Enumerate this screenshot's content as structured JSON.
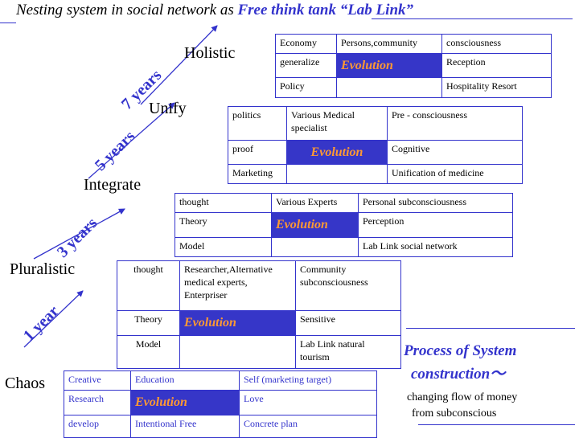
{
  "title": {
    "prefix": "Nesting system in social network  as ",
    "accent": "Free think tank “Lab Link”"
  },
  "stages": {
    "holistic": "Holistic",
    "unify": "Unify",
    "integrate": "Integrate",
    "pluralistic": "Pluralistic",
    "chaos": "Chaos"
  },
  "durations": {
    "seven_years": "7 years",
    "five_years": "5 years",
    "three_years": "3 years",
    "one_year": "1 year"
  },
  "tables": {
    "holistic": {
      "r1": [
        "Economy",
        "Persons,community",
        "consciousness"
      ],
      "r2": [
        "generalize",
        "Evolution",
        "Reception"
      ],
      "r3": [
        "Policy",
        "",
        "Hospitality  Resort"
      ]
    },
    "unify": {
      "r1": [
        "politics",
        "Various Medical specialist",
        "Pre - consciousness"
      ],
      "r2": [
        "proof",
        "Evolution",
        "Cognitive"
      ],
      "r3": [
        "Marketing",
        "",
        "Unification of medicine"
      ]
    },
    "integrate": {
      "r1": [
        "thought",
        "Various Experts",
        "Personal subconsciousness"
      ],
      "r2": [
        "Theory",
        "Evolution",
        "Perception"
      ],
      "r3": [
        "Model",
        "",
        "Lab Link social network"
      ]
    },
    "pluralistic": {
      "r1": [
        "thought",
        "Researcher,Alternative medical experts, Enterpriser",
        "Community subconsciousness"
      ],
      "r2": [
        "Theory",
        "Evolution",
        "Sensitive"
      ],
      "r3": [
        "Model",
        "",
        "Lab Link natural tourism"
      ]
    },
    "chaos": {
      "r1": [
        "Creative",
        "Education",
        "Self (marketing target)"
      ],
      "r2": [
        "Research",
        "Evolution",
        "Love"
      ],
      "r3": [
        "develop",
        "Intentional  Free",
        "Concrete plan"
      ]
    }
  },
  "process": {
    "line1": "Process of System",
    "line2": "construction～"
  },
  "flow": {
    "line1": "changing flow of money",
    "line2": "from subconscious"
  },
  "colors": {
    "accent_blue": "#3333cc",
    "evolution_bg": "#3636c8",
    "evolution_text": "#ff9933"
  }
}
